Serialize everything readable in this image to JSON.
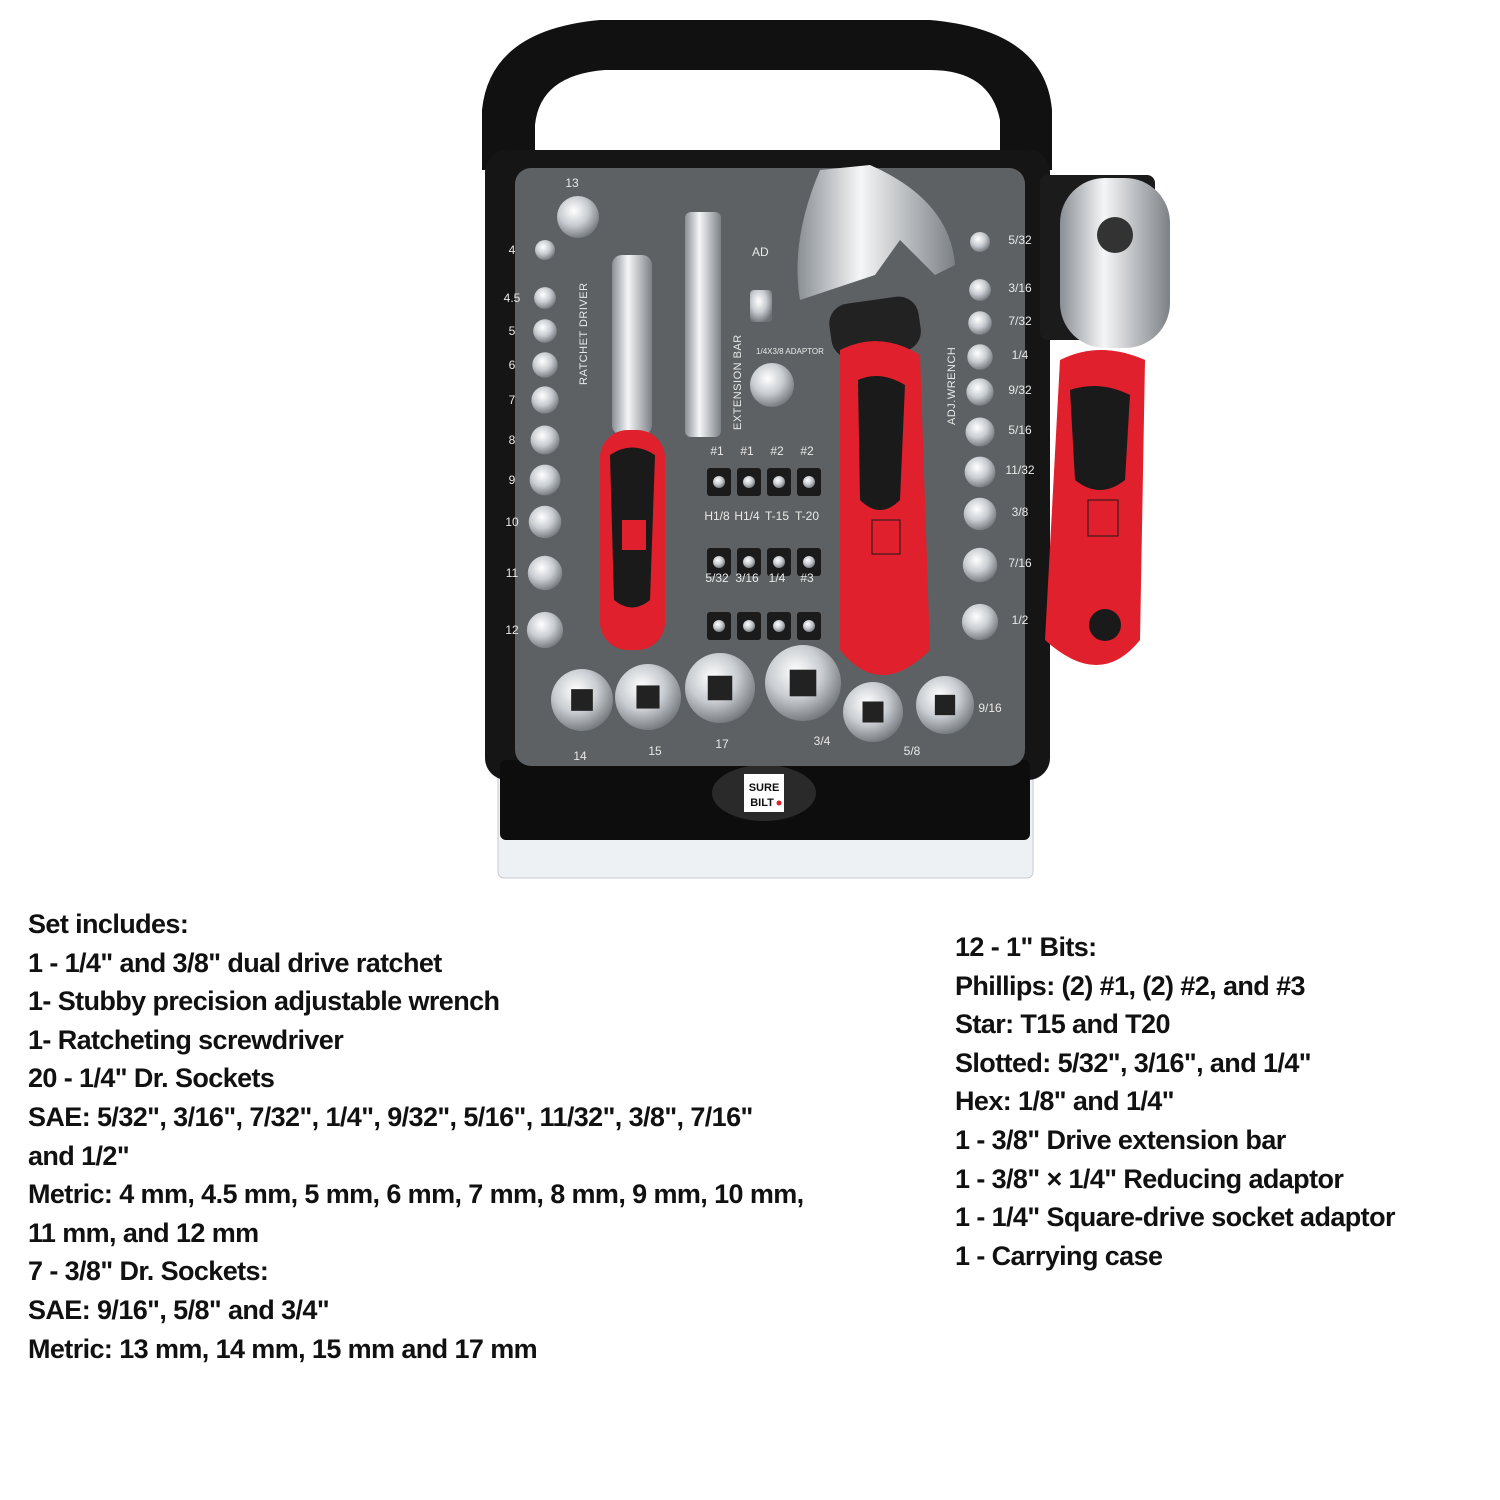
{
  "product": {
    "brand_logo": "SURE BILT",
    "tray_labels": {
      "ratchet_driver": "RATCHET DRIVER",
      "extension_bar": "EXTENSION BAR",
      "adaptor": "1/4X3/8 ADAPTOR",
      "ad": "AD",
      "adj_wrench": "ADJ.WRENCH",
      "metric_sizes": [
        "4",
        "4.5",
        "5",
        "6",
        "7",
        "8",
        "9",
        "10",
        "11",
        "12"
      ],
      "sae_sizes": [
        "5/32",
        "3/16",
        "7/32",
        "1/4",
        "9/32",
        "5/16",
        "11/32",
        "3/8",
        "7/16",
        "1/2"
      ],
      "large_sizes": [
        "13",
        "14",
        "15",
        "17",
        "3/4",
        "5/8",
        "9/16"
      ],
      "bit_row1": [
        "#1",
        "#1",
        "#2",
        "#2"
      ],
      "bit_row2": [
        "H1/8",
        "H1/4",
        "T-15",
        "T-20"
      ],
      "bit_row3": [
        "5/32",
        "3/16",
        "1/4",
        "#3"
      ]
    },
    "colors": {
      "handle_red": "#e0202c",
      "case_black": "#151515",
      "tray_gray": "#5d6163",
      "chrome": "#d9dcdf"
    }
  },
  "specs_left": [
    "Set includes:",
    "1 - 1/4\" and 3/8\" dual drive ratchet",
    "1- Stubby precision adjustable wrench",
    "1- Ratcheting screwdriver",
    "20 - 1/4\" Dr. Sockets",
    "SAE: 5/32\", 3/16\", 7/32\", 1/4\", 9/32\", 5/16\", 11/32\", 3/8\", 7/16\"",
    "and 1/2\"",
    "Metric: 4 mm, 4.5 mm, 5 mm, 6 mm, 7 mm, 8 mm, 9 mm, 10 mm,",
    "11 mm, and 12 mm",
    "7 - 3/8\" Dr. Sockets:",
    "SAE: 9/16\", 5/8\" and 3/4\"",
    "Metric: 13 mm, 14 mm, 15 mm and 17 mm"
  ],
  "specs_right": [
    "12 - 1\" Bits:",
    "Phillips: (2) #1, (2) #2, and #3",
    "Star: T15 and T20",
    "Slotted: 5/32\", 3/16\", and 1/4\"",
    "Hex: 1/8\" and 1/4\"",
    "1 - 3/8\" Drive extension bar",
    "1 - 3/8\" × 1/4\" Reducing adaptor",
    "1 - 1/4\" Square-drive socket adaptor",
    "1 - Carrying case"
  ]
}
